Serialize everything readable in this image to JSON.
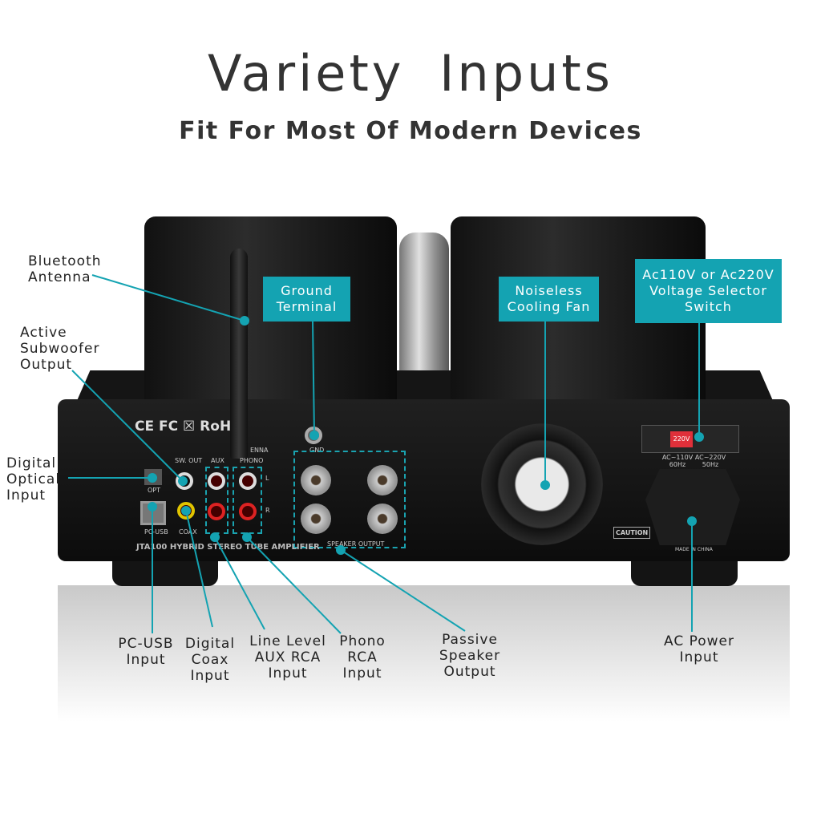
{
  "title": "Variety  Inputs",
  "subtitle": "Fit For Most Of Modern Devices",
  "accent_color": "#14a3b2",
  "panel": {
    "certs": "CE FC ☒ RoHS",
    "antenna": "ENNA",
    "sw_out": "SW. OUT",
    "aux": "AUX",
    "phono": "PHONO",
    "opt": "OPT",
    "pc_usb": "PC-USB",
    "coax": "COAX",
    "left": "L",
    "right": "R",
    "gnd": "GND",
    "speaker_output": "SPEAKER OUTPUT",
    "model": "JTA100  HYBRID STEREO TUBE AMPLIFIER",
    "v110": "AC~110V 60Hz",
    "v220": "AC~220V 50Hz",
    "switch": "220V",
    "caution": "CAUTION",
    "made_in": "MADE IN CHINA"
  },
  "callouts": {
    "bluetooth": "Bluetooth\nAntenna",
    "subwoofer": "Active\nSubwoofer\nOutput",
    "optical": "Digital\nOptical\nInput",
    "ground": "Ground\nTerminal",
    "fan": "Noiseless\nCooling Fan",
    "voltage": "Ac110V or Ac220V\nVoltage Selector\nSwitch",
    "pc_usb": "PC-USB\nInput",
    "coax": "Digital\nCoax\nInput",
    "aux": "Line Level\nAUX RCA\nInput",
    "phono": "Phono\nRCA\nInput",
    "speaker": "Passive\nSpeaker\nOutput",
    "ac_power": "AC Power\nInput"
  }
}
